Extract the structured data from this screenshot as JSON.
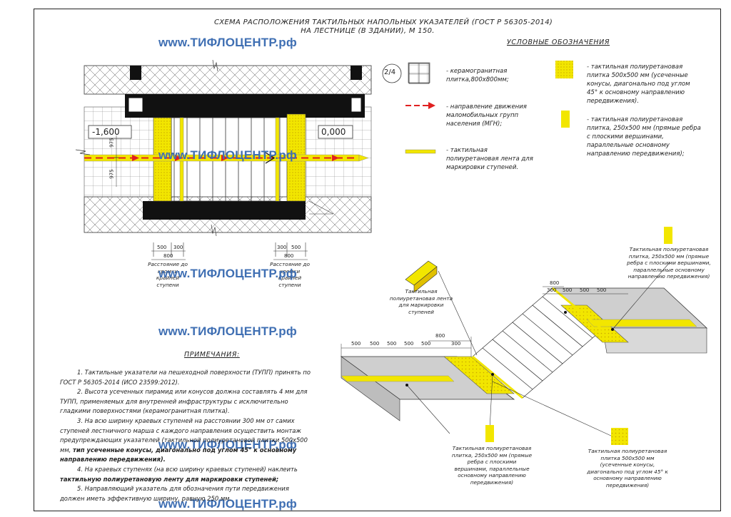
{
  "title": {
    "line1": "СХЕМА РАСПОЛОЖЕНИЯ ТАКТИЛЬНЫХ НАПОЛЬНЫХ УКАЗАТЕЛЕЙ  (ГОСТ Р 56305-2014)",
    "line2": "НА ЛЕСТНИЦЕ (В ЗДАНИИ), М 150."
  },
  "watermark": "www.ТИФЛОЦЕНТР.рф",
  "plan": {
    "level_left": "-1,600",
    "level_right": "0,000",
    "dim_975_a": "975",
    "dim_975_b": "975",
    "axis_label": "2/4",
    "dim_left": {
      "a": "500",
      "b": "300",
      "total": "800"
    },
    "dim_right": {
      "a": "300",
      "b": "500",
      "total": "800"
    },
    "note_left": "Расстояние до кромки крайней ступени",
    "note_right": "Расстояние до кромки крайней ступени"
  },
  "legend": {
    "heading": "УСЛОВНЫЕ  ОБОЗНАЧЕНИЯ",
    "granite": "- керамогранитная плитка,800х800мм;",
    "movement": "- направление движения маломобильных групп населения (МГН);",
    "tape": "- тактильная полиуретановая лента для маркировки ступеней.",
    "tile_square": "- тактильная полиуретановая плитка 500х500 мм (усеченные конусы, диагонально под углом 45° к основному направлению передвижения).",
    "tile_rect": "- тактильная полиуретановая плитка, 250х500 мм (прямые ребра с плоскими вершинами, параллельные основному направлению передвижения);"
  },
  "notes": {
    "heading": "ПРИМЕЧАНИЯ:",
    "n1": "1.  Тактильные указатели на пешеходной поверхности (ТУПП) принять по ГОСТ Р 56305-2014 (ИСО 23599:2012).",
    "n2": "2.  Высота усеченных пирамид или конусов должна составлять 4  мм для ТУПП, применяемых для внутренней инфраструктуры с исключительно гладкими поверхностями (керамогранитная плитка).",
    "n3a": "3.  На всю ширину краевых ступеней на расстоянии 300 мм от самих ступеней лестничного марша с каждого направления осуществить монтаж предупреждающих указателей (тактильной полиуретановой плитки 500х500 мм,",
    "n3b": "тип усеченные конусы, диагонально под углом 45° к основному направлению передвижения).",
    "n4a": "4.  На краевых ступенях (на всю ширину краевых ступеней) наклеить",
    "n4b": "тактильную полиуретановую ленту для маркировки ступеней;",
    "n5": "5.  Направляющий указатель для обозначения пути передвижения должен иметь эффективную ширину, равную 250  мм."
  },
  "iso": {
    "tape_label": "Тактильная полиуретановая лента для маркировки ступеней",
    "rect_top": "Тактильная полиуретановая плитка, 250х500 мм (прямые ребра с плоскими вершинами, параллельные основному направлению передвижения)",
    "rect_bottom": "Тактильная полиуретановая плитка, 250х500 мм (прямые ребра с плоскими вершинами, параллельные основному направлению передвижения)",
    "square_bottom": "Тактильная полиуретановая плитка 500х500 мм (усеченные конусы, диагонально под углом 45° к основному направлению передвижения)",
    "dims_lower": [
      "500",
      "500",
      "500",
      "500",
      "500",
      "300"
    ],
    "dim_lower_800": "800",
    "dims_upper": [
      "300",
      "500",
      "500",
      "500"
    ],
    "dim_upper_800": "800"
  },
  "colors": {
    "yellow": "#f2e600",
    "black": "#111111",
    "arrow_red": "#e02020",
    "watermark": "#3f6fb3",
    "grey_floor": "#cfcfcf"
  }
}
